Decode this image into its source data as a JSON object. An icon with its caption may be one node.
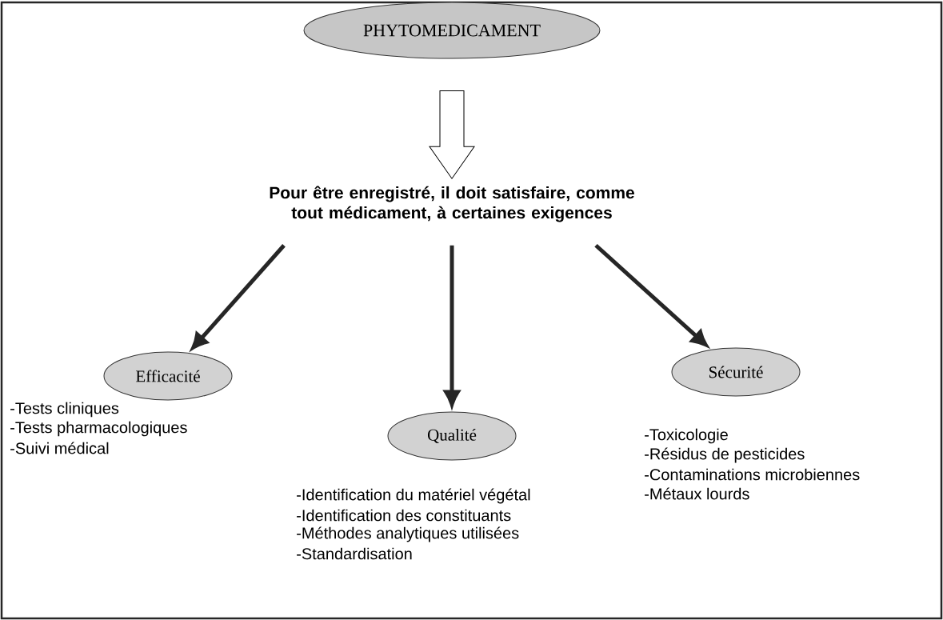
{
  "diagram": {
    "nodes": [
      {
        "text": [
          "PHYTOMEDICAMENT"
        ]
      },
      {
        "text": [
          "Pour être enregistré, il doit satisfaire, comme tout médicament, à certaines exigences"
        ]
      },
      {
        "text": [
          "Efficacité"
        ],
        "beside": [
          "-Tests cliniques",
          "-Tests pharmacologiques",
          "-Suivi médical"
        ]
      },
      {
        "text": [
          "Qualité"
        ],
        "beside": [
          "-Identification du matériel végétal",
          "-Identification des constituants",
          "-Méthodes analytiques utilisées",
          "-Standardisation"
        ]
      },
      {
        "text": [
          "Sécurité"
        ],
        "beside": [
          "-Toxicologie",
          "-Résidus de pesticides",
          "-Contaminations microbiennes",
          "-Métaux lourds"
        ]
      }
    ],
    "edges": [
      {
        "from": 0,
        "to": 1,
        "arrow": "to"
      },
      {
        "from": 1,
        "to": 2,
        "arrow": "to"
      },
      {
        "from": 1,
        "to": 3,
        "arrow": "to"
      },
      {
        "from": 1,
        "to": 4,
        "arrow": "to"
      }
    ]
  }
}
